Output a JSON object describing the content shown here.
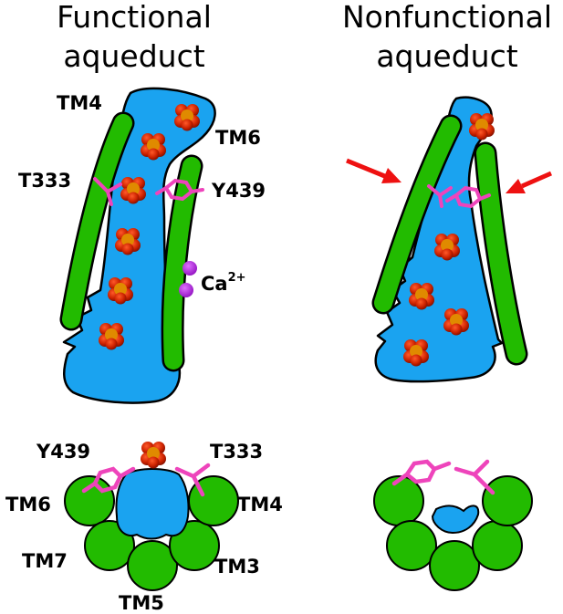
{
  "panels": {
    "functional": {
      "title_line1": "Functional",
      "title_line2": "aqueduct"
    },
    "nonfunctional": {
      "title_line1": "Nonfunctional",
      "title_line2": "aqueduct"
    }
  },
  "labels": {
    "side_tm4": "TM4",
    "side_tm6": "TM6",
    "side_t333": "T333",
    "side_y439": "Y439",
    "ion_main": "Ca",
    "ion_sup": "2+",
    "top_y439": "Y439",
    "top_t333": "T333",
    "top_tm6": "TM6",
    "top_tm4": "TM4",
    "top_tm7": "TM7",
    "top_tm3": "TM3",
    "top_tm5": "TM5"
  },
  "colors": {
    "channel": "#1aa3f0",
    "helix": "#22bb00",
    "residue": "#ee44bb",
    "lipid": "#cc2200",
    "lipid_head": "#e08a00",
    "calcium": "#b020d8",
    "arrow": "#ee1111",
    "outline": "#000000"
  }
}
